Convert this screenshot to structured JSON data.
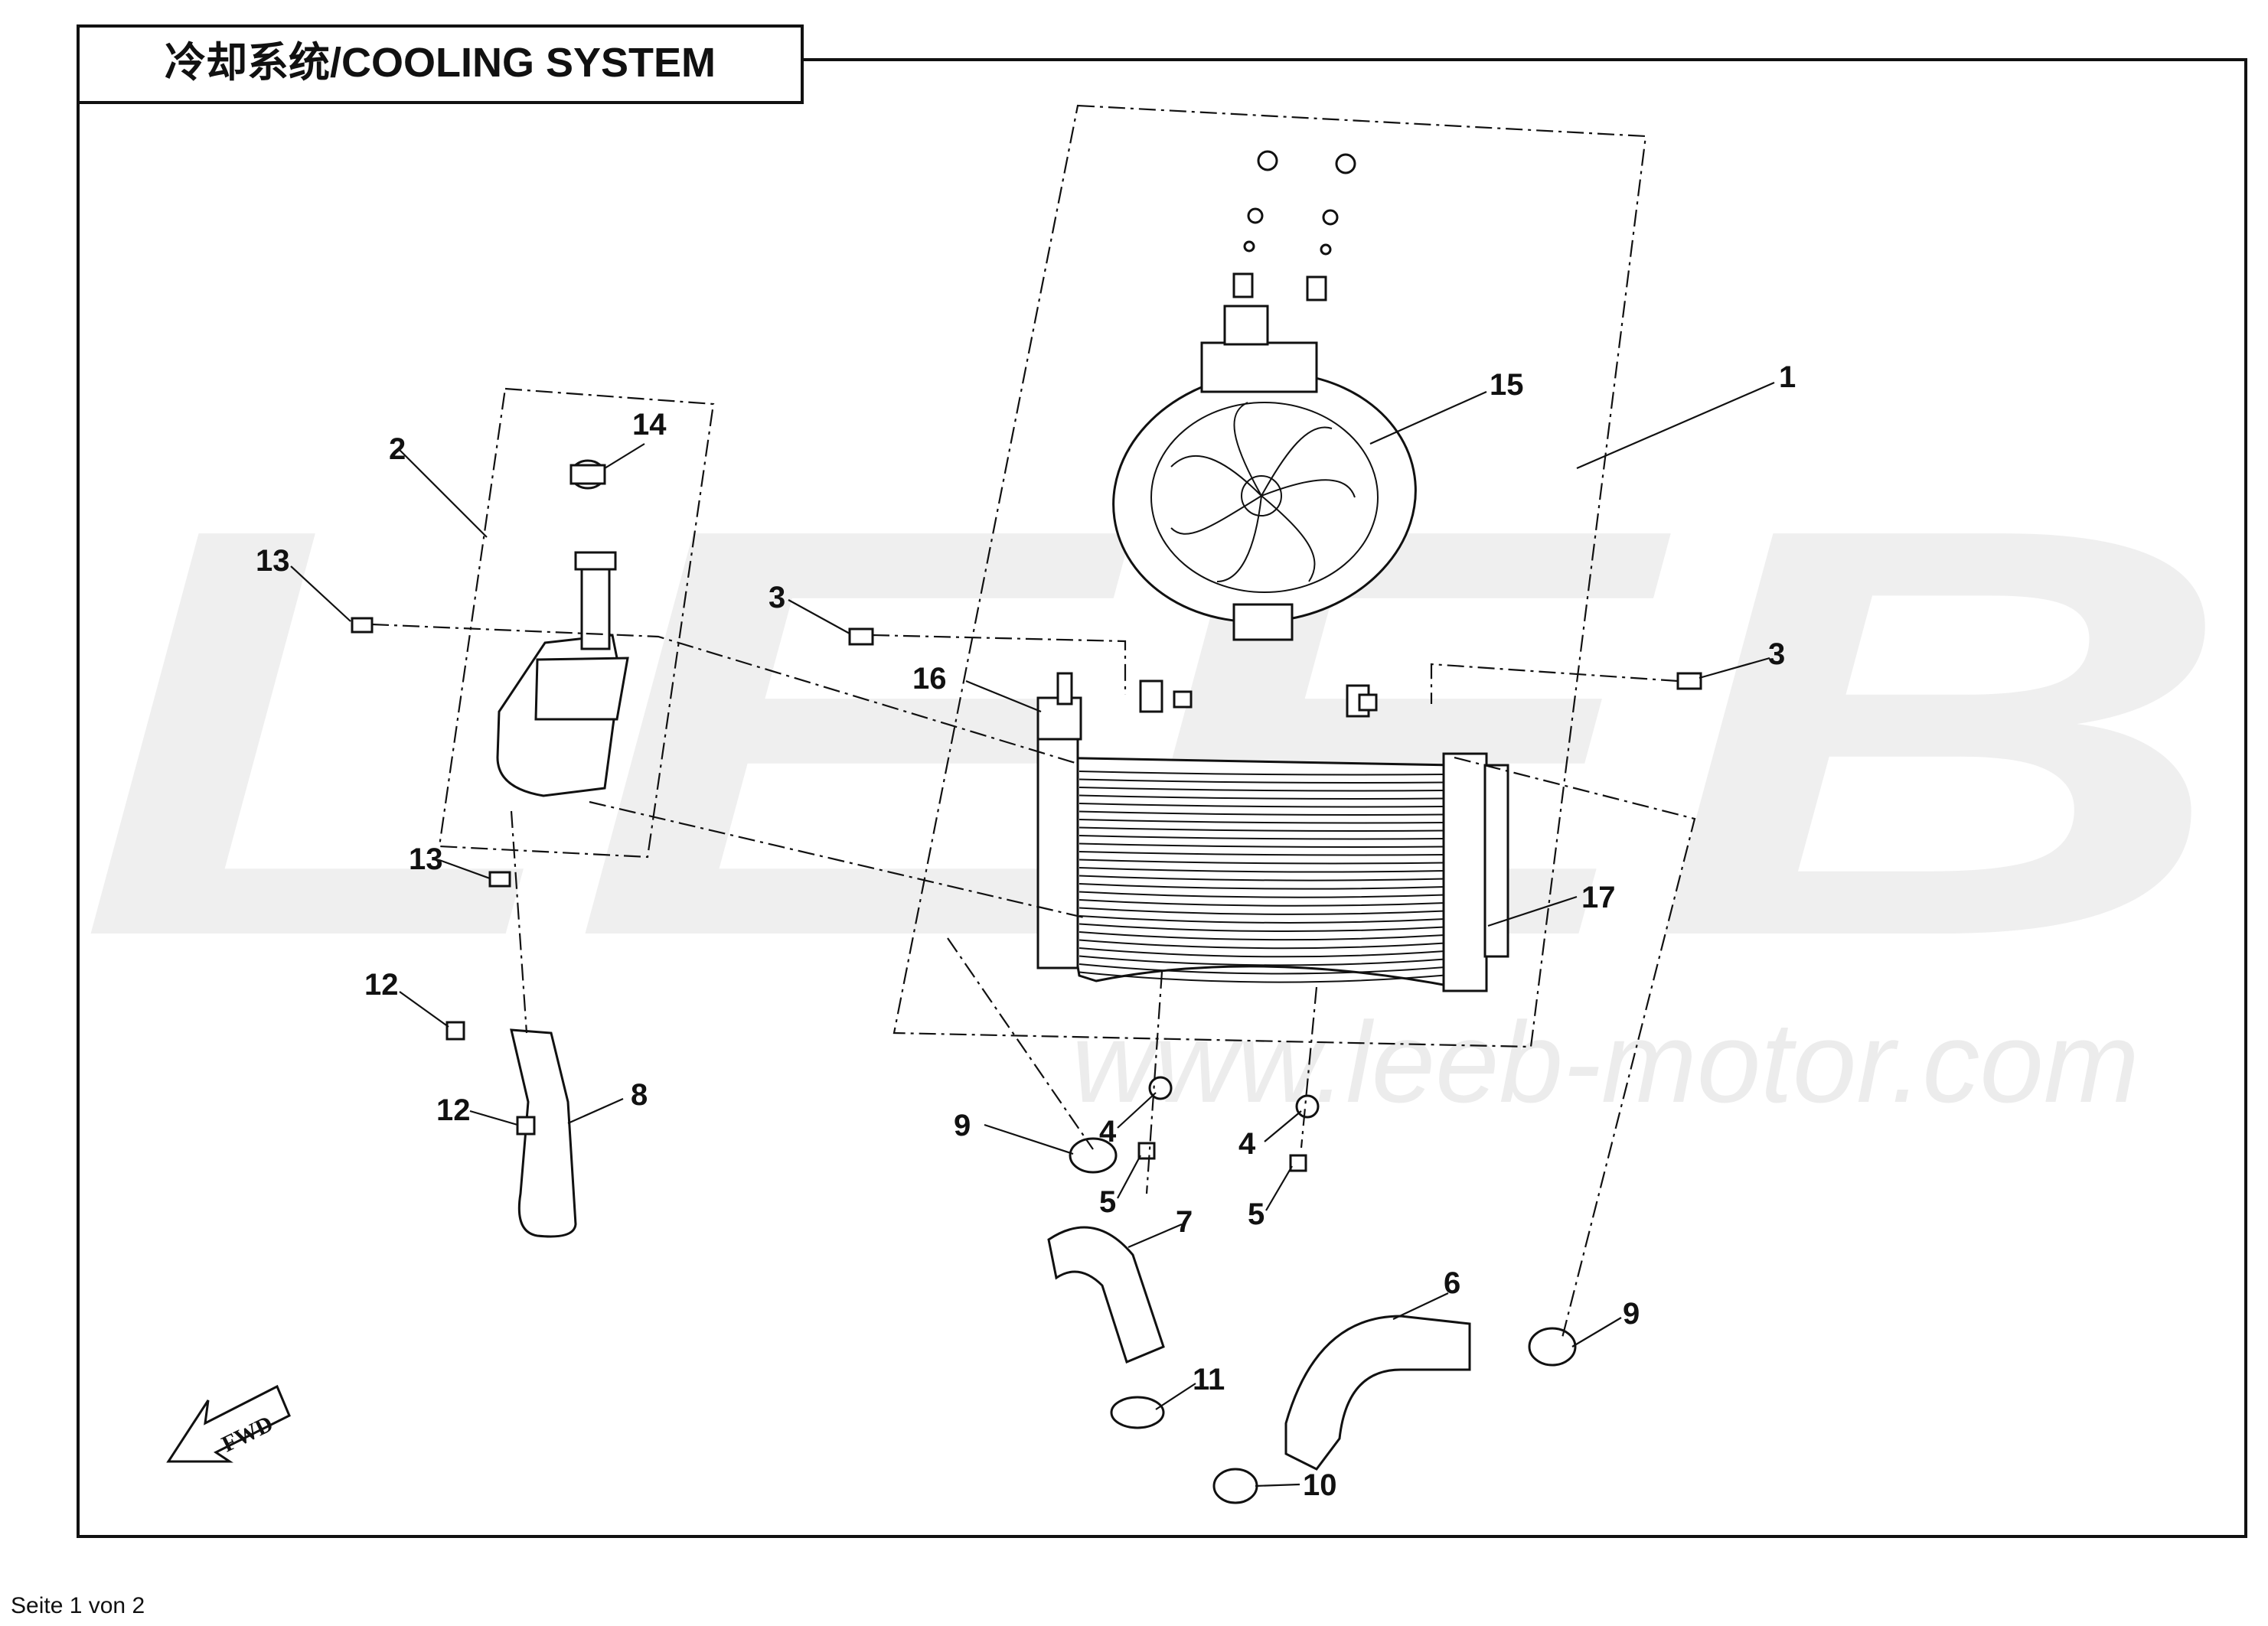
{
  "header": {
    "title": "冷却系统/COOLING SYSTEM"
  },
  "watermark": {
    "brand": "LEEB",
    "url": "www.leeb-motor.com"
  },
  "fwd_arrow": {
    "label": "FWD"
  },
  "footer": {
    "page_text": "Seite 1 von 2"
  },
  "callouts": [
    {
      "id": "c1",
      "label": "1"
    },
    {
      "id": "c2",
      "label": "2"
    },
    {
      "id": "c3a",
      "label": "3"
    },
    {
      "id": "c3b",
      "label": "3"
    },
    {
      "id": "c4a",
      "label": "4"
    },
    {
      "id": "c4b",
      "label": "4"
    },
    {
      "id": "c5a",
      "label": "5"
    },
    {
      "id": "c5b",
      "label": "5"
    },
    {
      "id": "c6",
      "label": "6"
    },
    {
      "id": "c7",
      "label": "7"
    },
    {
      "id": "c8",
      "label": "8"
    },
    {
      "id": "c9a",
      "label": "9"
    },
    {
      "id": "c9b",
      "label": "9"
    },
    {
      "id": "c10",
      "label": "10"
    },
    {
      "id": "c11",
      "label": "11"
    },
    {
      "id": "c12a",
      "label": "12"
    },
    {
      "id": "c12b",
      "label": "12"
    },
    {
      "id": "c13a",
      "label": "13"
    },
    {
      "id": "c13b",
      "label": "13"
    },
    {
      "id": "c14",
      "label": "14"
    },
    {
      "id": "c15",
      "label": "15"
    },
    {
      "id": "c16",
      "label": "16"
    },
    {
      "id": "c17",
      "label": "17"
    }
  ]
}
